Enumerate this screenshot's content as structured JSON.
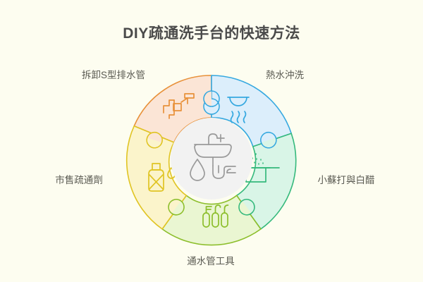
{
  "page": {
    "background_color": "#FDFDF0",
    "title": "DIY疏通洗手台的快速方法",
    "title_color": "#4A4A4A",
    "label_color": "#5A5A52"
  },
  "diagram": {
    "type": "puzzle-ring",
    "center_icon_name": "sink-drain-icon",
    "center_icon_color": "#9A9A9A",
    "center_fill": "#F2F2F2",
    "segment_count": 5,
    "segments": [
      {
        "id": "segment-hot-water",
        "label": "熱水沖洗",
        "icon_name": "hot-water-bowl-icon",
        "fill": "#DCEEFB",
        "stroke": "#35A8E0",
        "position": "top-right"
      },
      {
        "id": "segment-baking-soda",
        "label": "小蘇打與白醋",
        "icon_name": "baking-soda-container-icon",
        "fill": "#D9F5E7",
        "stroke": "#35B97C",
        "position": "right"
      },
      {
        "id": "segment-plumbing-tools",
        "label": "通水管工具",
        "icon_name": "drain-tools-icon",
        "fill": "#EAF6D2",
        "stroke": "#8CBE2B",
        "position": "bottom"
      },
      {
        "id": "segment-commercial-cleaner",
        "label": "市售疏通劑",
        "icon_name": "cleaner-bottle-icon",
        "fill": "#FBF4CB",
        "stroke": "#E0C423",
        "position": "left"
      },
      {
        "id": "segment-remove-p-trap",
        "label": "拆卸S型排水管",
        "icon_name": "pipe-wrench-icon",
        "fill": "#FBE5D6",
        "stroke": "#E8913A",
        "position": "top-left"
      }
    ]
  }
}
